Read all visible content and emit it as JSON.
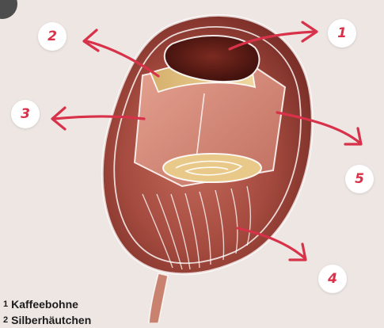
{
  "colors": {
    "background": "#ede6e3",
    "arrow": "#d8324a",
    "badge_bg": "#ffffff",
    "bean_outer": "#8f3c34",
    "bean_skin": "#c77064",
    "pulp": "#d8927c",
    "parchment": "#e2c48a",
    "dark_core": "#5a1712"
  },
  "badges": [
    {
      "id": "1",
      "label": "1"
    },
    {
      "id": "2",
      "label": "2"
    },
    {
      "id": "3",
      "label": "3"
    },
    {
      "id": "4",
      "label": "4"
    },
    {
      "id": "5",
      "label": "5"
    }
  ],
  "legend": {
    "items": [
      {
        "number": "1",
        "label": "Kaffeebohne"
      },
      {
        "number": "2",
        "label": "Silberhäutchen"
      }
    ]
  }
}
